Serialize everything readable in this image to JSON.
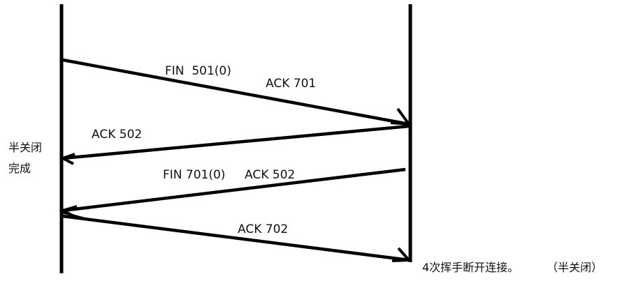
{
  "messages": [
    {
      "id": "fin-501",
      "text": "FIN  501(0)"
    },
    {
      "id": "ack-701",
      "text": "ACK 701"
    },
    {
      "id": "ack-502-first",
      "text": "ACK 502"
    },
    {
      "id": "fin-701",
      "text": "FIN 701(0)"
    },
    {
      "id": "ack-502-second",
      "text": "ACK 502"
    },
    {
      "id": "ack-702",
      "text": "ACK 702"
    }
  ],
  "side_notes": {
    "half_close_line1": "半关闭",
    "half_close_line2": "完成"
  },
  "caption": {
    "main": "4次挥手断开连接。",
    "suffix": "（半关闭）"
  },
  "colors": {
    "line": "#000000",
    "text": "#111111",
    "background": "#ffffff"
  }
}
